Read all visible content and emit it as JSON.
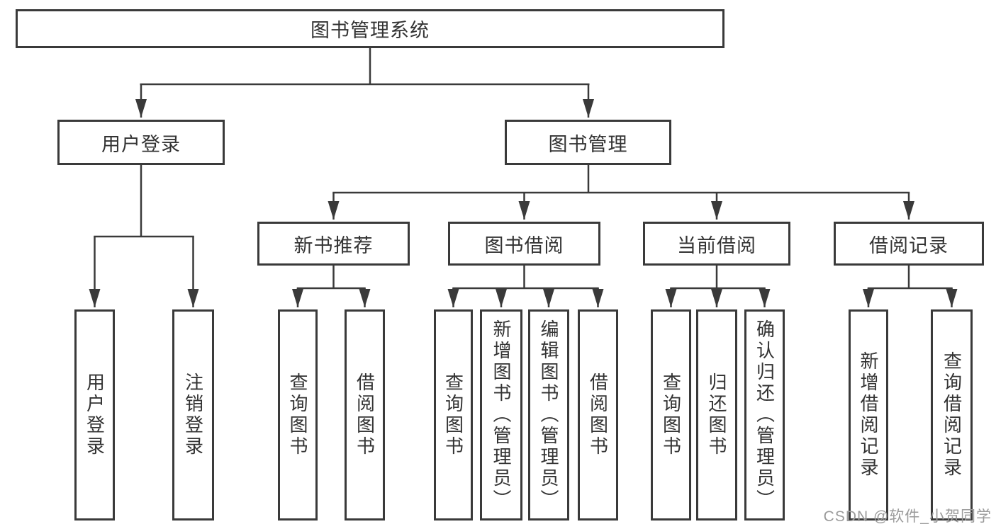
{
  "diagram": {
    "root": "图书管理系统",
    "level2": [
      "用户登录",
      "图书管理"
    ],
    "level3": [
      "新书推荐",
      "图书借阅",
      "当前借阅",
      "借阅记录"
    ],
    "leaves": {
      "user_login": [
        "用户登录",
        "注销登录"
      ],
      "new_book_recommend": [
        "查询图书",
        "借阅图书"
      ],
      "book_borrow": [
        "查询图书",
        "新增图书（管理员）",
        "编辑图书（管理员）",
        "借阅图书"
      ],
      "current_borrow": [
        "查询图书",
        "归还图书",
        "确认归还（管理员）"
      ],
      "borrow_records": [
        "新增借阅记录",
        "查询借阅记录"
      ]
    }
  },
  "watermark": "CSDN @软件_小贺同学",
  "colors": {
    "line": "#3a3a3a",
    "text": "#333333",
    "watermark": "#9b9b9b",
    "background": "#ffffff"
  }
}
